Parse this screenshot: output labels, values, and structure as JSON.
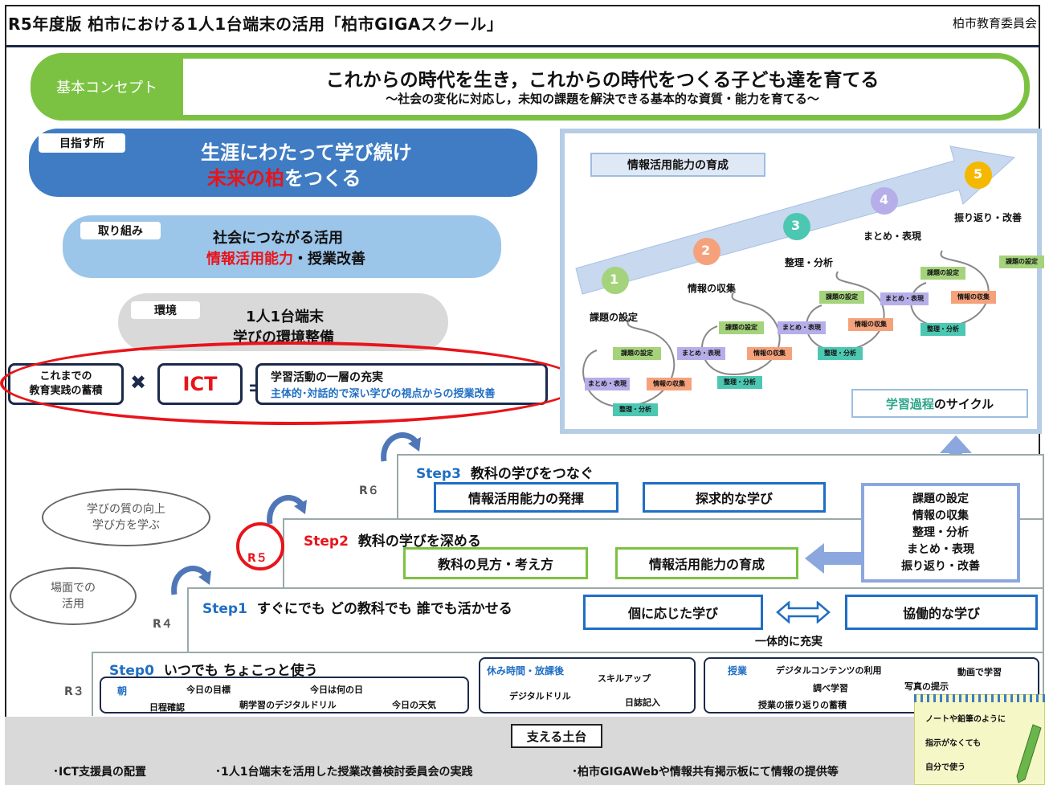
{
  "header": {
    "title": "R5年度版 柏市における1人1台端末の活用「柏市GIGAスクール」",
    "org": "柏市教育委員会"
  },
  "concept": {
    "label": "基本コンセプト",
    "main": "これからの時代を生き，これからの時代をつくる子ども達を育てる",
    "sub": "～社会の変化に対応し，未知の課題を解決できる基本的な資質・能力を育てる～"
  },
  "goal": {
    "tag": "目指す所",
    "line1": "生涯にわたって学び続け",
    "line2_red": "未来の柏",
    "line2_rest": "をつくる"
  },
  "effort": {
    "tag": "取り組み",
    "line1": "社会につながる活用",
    "line2_red": "情報活用能力",
    "line2_rest": "・授業改善"
  },
  "environment": {
    "tag": "環境",
    "line1": "1人1台端末",
    "line2": "学びの環境整備"
  },
  "equation": {
    "accum_1": "これまでの",
    "accum_2": "教育実践の蓄積",
    "times": "✖",
    "ict": "ICT",
    "equals": "＝",
    "result_1": "学習活動の一層の充実",
    "result_2": "主体的･対話的で深い学びの視点からの授業改善"
  },
  "cycle": {
    "title": "情報活用能力の育成",
    "stages": [
      {
        "num": "1",
        "label": "課題の設定",
        "color": "#a5d37c"
      },
      {
        "num": "2",
        "label": "情報の収集",
        "color": "#f5a27c"
      },
      {
        "num": "3",
        "label": "整理・分析",
        "color": "#4cc7b1"
      },
      {
        "num": "4",
        "label": "まとめ・表現",
        "color": "#b6aee8"
      },
      {
        "num": "5",
        "label": "振り返り・改善",
        "color": "#f5b800"
      }
    ],
    "chips": {
      "set": "課題の設定",
      "collect": "情報の収集",
      "analyze": "整理・分析",
      "express": "まとめ・表現"
    },
    "footer_green": "学習過程",
    "footer_rest": "のサイクル"
  },
  "steps": {
    "step3": {
      "name": "Step3",
      "desc": "教科の学びをつなぐ",
      "box1": "情報活用能力の発揮",
      "box2": "探求的な学び",
      "r": "R６"
    },
    "step2": {
      "name": "Step2",
      "desc": "教科の学びを深める",
      "box1": "教科の見方・考え方",
      "box2": "情報活用能力の育成",
      "r": "R５"
    },
    "step1": {
      "name": "Step1",
      "desc": "すぐにでも どの教科でも 誰でも活かせる",
      "box1": "個に応じた学び",
      "box2": "協働的な学び",
      "note": "一体的に充実",
      "r": "R４"
    },
    "step0": {
      "name": "Step0",
      "desc": "いつでも ちょこっと使う",
      "r": "R３"
    }
  },
  "process_list": [
    "課題の設定",
    "情報の収集",
    "整理・分析",
    "まとめ・表現",
    "振り返り・改善"
  ],
  "bubbles": {
    "quality_1": "学びの質の向上",
    "quality_2": "学び方を学ぶ",
    "scene_1": "場面での",
    "scene_2": "活用"
  },
  "step0_detail": {
    "morning": {
      "title": "朝",
      "items": [
        "今日の目標",
        "今日は何の日",
        "日程確認",
        "朝学習のデジタルドリル",
        "今日の天気"
      ]
    },
    "break": {
      "title": "休み時間・放課後",
      "items": [
        "スキルアップ",
        "デジタルドリル",
        "日誌記入"
      ]
    },
    "class": {
      "title": "授業",
      "items": [
        "デジタルコンテンツの利用",
        "動画で学習",
        "調べ学習",
        "写真の提示",
        "授業の振り返りの蓄積"
      ]
    }
  },
  "foundation": {
    "title": "支える土台",
    "items": [
      "･ICT支援員の配置",
      "･1人1台端末を活用した授業改善検討委員会の実践",
      "･柏市GIGAWebや情報共有掲示板にて情報の提供等"
    ]
  },
  "notepad": {
    "lines": [
      "ノートや鉛筆のように",
      "指示がなくても",
      "自分で使う"
    ]
  }
}
